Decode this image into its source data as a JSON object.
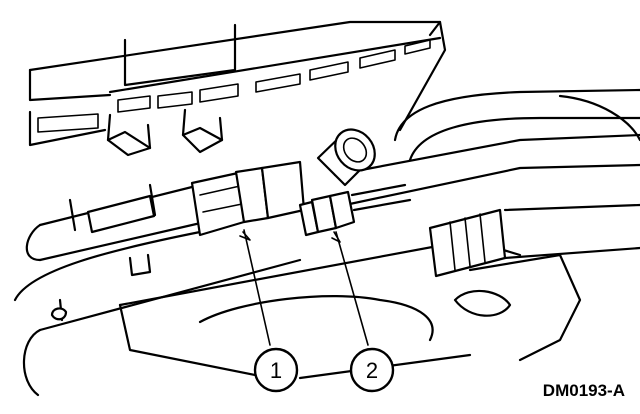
{
  "figure_code": "DM0193-A",
  "callouts": [
    {
      "number": "1"
    },
    {
      "number": "2"
    }
  ]
}
